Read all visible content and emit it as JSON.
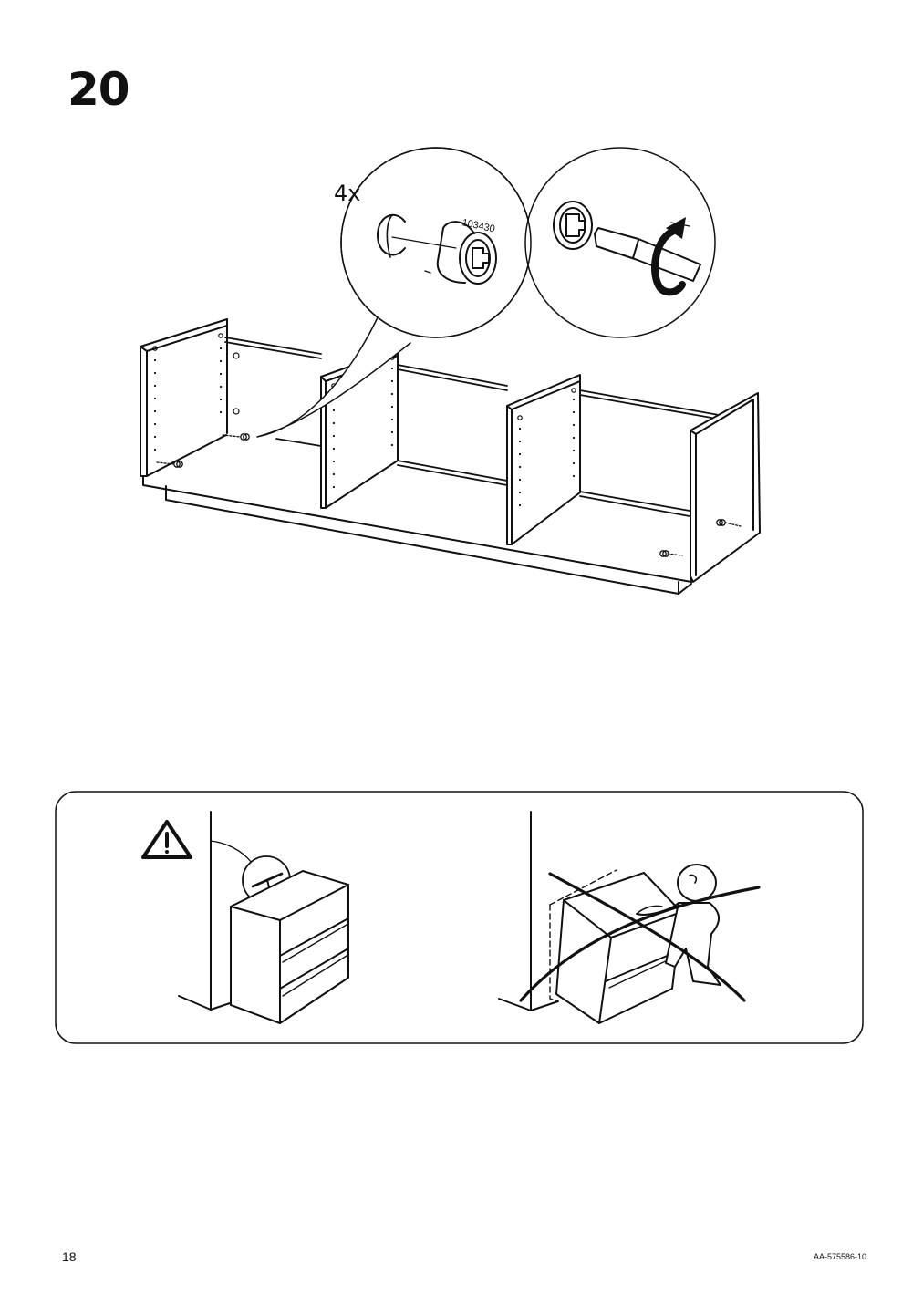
{
  "step": {
    "number": "20"
  },
  "detail": {
    "quantity": "4x",
    "part_number": "103430"
  },
  "footer": {
    "page_number": "18",
    "document_code": "AA-575586-10"
  },
  "icons": {
    "warning": "warning-triangle-icon",
    "screwdriver": "screwdriver-icon",
    "rotate": "rotate-arrow-icon",
    "cam_lock": "cam-lock-icon",
    "tip_over": "tip-over-person-icon",
    "cross": "prohibited-cross-icon"
  }
}
